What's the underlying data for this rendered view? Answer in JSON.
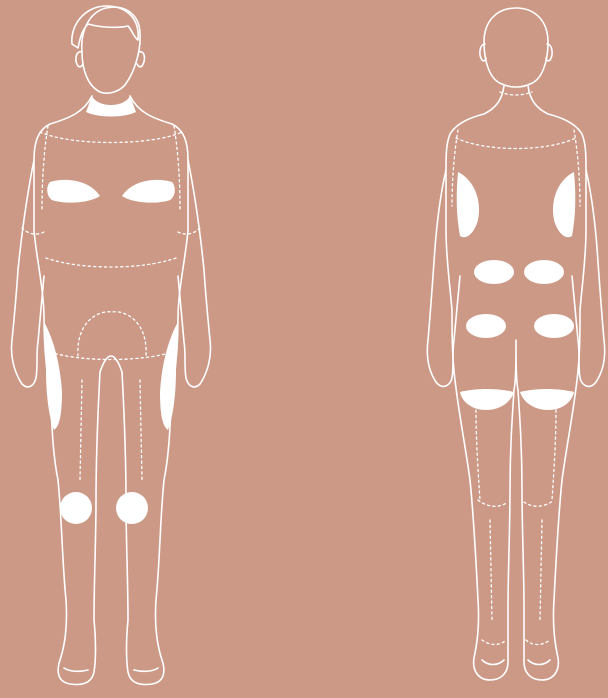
{
  "background": "#cc9987",
  "outline_color": "#ffffff",
  "zone_color": "#ffffff",
  "figures": [
    {
      "view": "front",
      "highlighted_zones": [
        "neck",
        "chest-left",
        "chest-right",
        "outer-thigh-left",
        "outer-thigh-right",
        "knee-left",
        "knee-right"
      ],
      "dotted_guides": [
        "upper-chest",
        "waist-line",
        "hip-line",
        "groin-outline",
        "inner-thigh",
        "shoulder-seams",
        "arm-seams"
      ]
    },
    {
      "view": "back",
      "highlighted_zones": [
        "underarm-left",
        "underarm-right",
        "lower-back-left",
        "lower-back-right",
        "buttock-upper-left",
        "buttock-upper-right",
        "buttock-fold-left",
        "buttock-fold-right"
      ],
      "dotted_guides": [
        "neck-seam",
        "upper-back",
        "shoulder-seams",
        "back-of-thigh",
        "calf-lines",
        "heel-lines"
      ]
    }
  ]
}
